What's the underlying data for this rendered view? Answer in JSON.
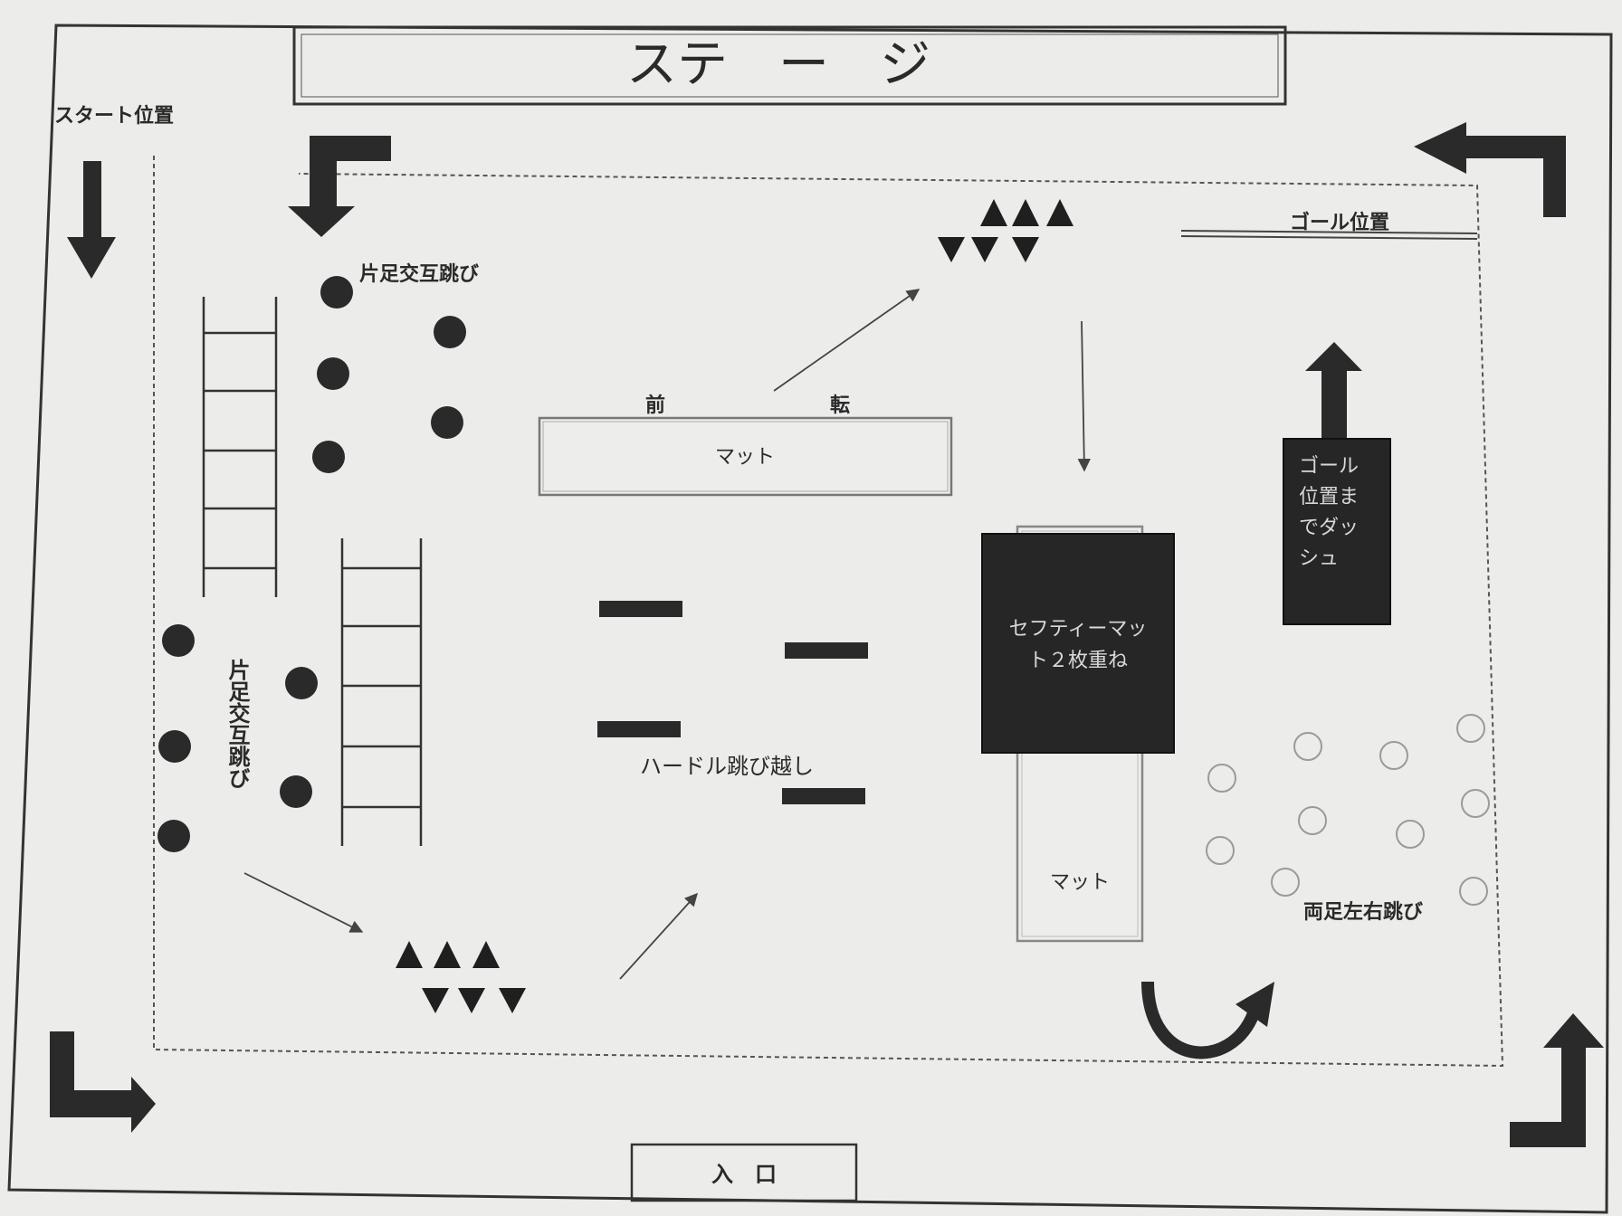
{
  "labels": {
    "stage": "ステ　ー　ジ",
    "entrance": "入　口",
    "start": "スタート位置",
    "goal": "ゴール位置",
    "hop_top": "片足交互跳び",
    "hop_left": "片足交互跳び",
    "forward_roll_1": "前",
    "forward_roll_2": "転",
    "mat_top": "マット",
    "hurdle": "ハードル跳び越し",
    "safety_mat": [
      "セフティーマッ",
      "ト２枚重ね"
    ],
    "mat_bottom": "マット",
    "dash": [
      "ゴール",
      "位置ま",
      "でダッ",
      "シュ"
    ],
    "two_foot": "両足左右跳び"
  },
  "colors": {
    "paper": "#ececea",
    "ink": "#222222",
    "mat_fill": "#ededeb",
    "hollow_circle": "#9a9a9a"
  }
}
